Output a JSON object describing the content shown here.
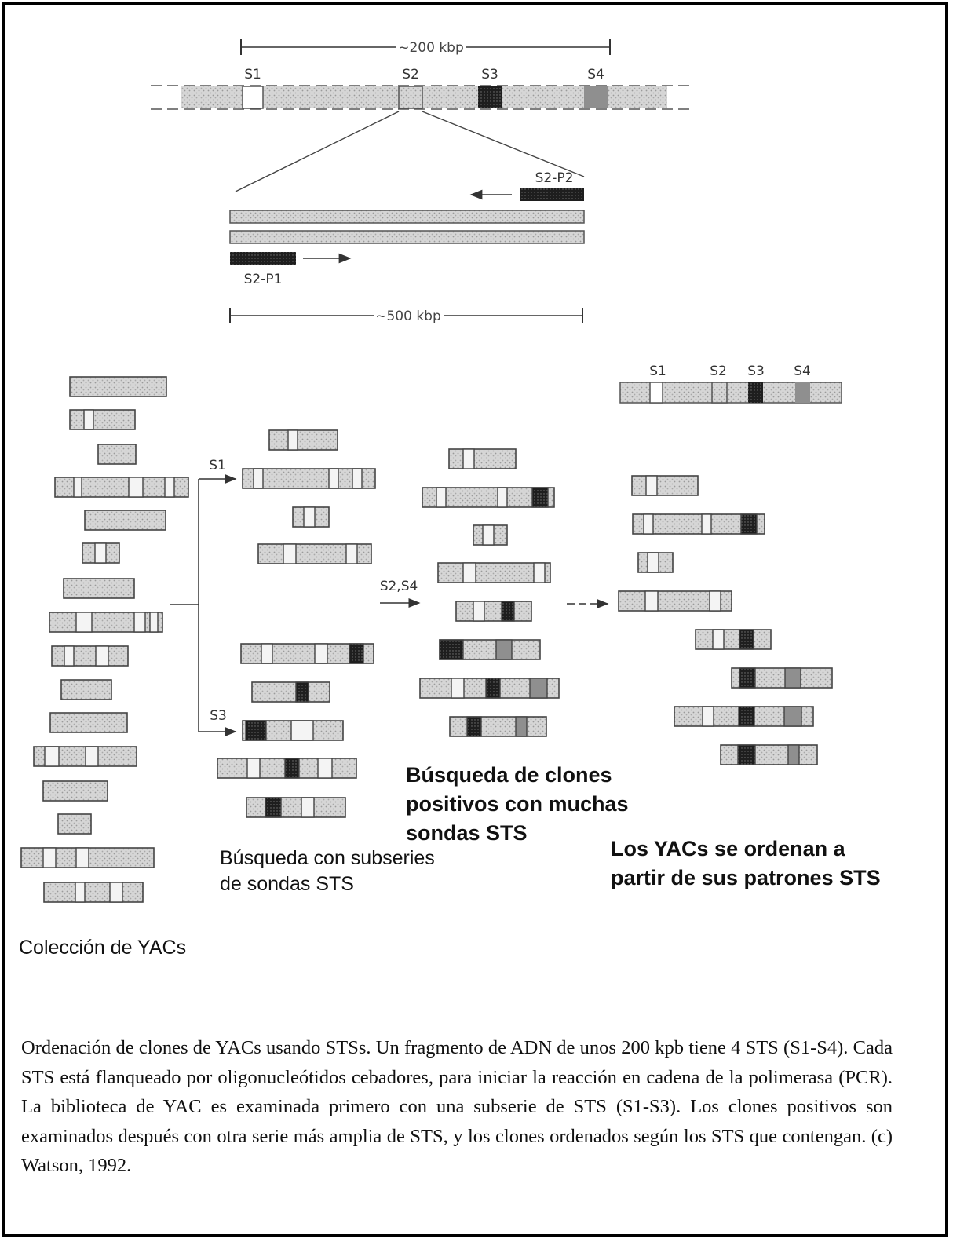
{
  "diagram": {
    "top_scale_label": "~200 kbp",
    "bottom_scale_label": "~500 kbp",
    "sts_labels": [
      "S1",
      "S2",
      "S3",
      "S4"
    ],
    "primer_top": "S2-P2",
    "primer_bottom": "S2-P1",
    "branch_s1": "S1",
    "branch_s3": "S3",
    "branch_s2s4": "S2,S4",
    "ordered_sts_labels": [
      "S1",
      "S2",
      "S3",
      "S4"
    ]
  },
  "headings": {
    "collection": "Colección de YACs",
    "subseries": "Búsqueda con subseries\nde sondas STS",
    "many_probes": "Búsqueda de clones\npositivos con muchas\nsondas STS",
    "ordered": "Los YACs se ordenan a\npartir de sus patrones STS"
  },
  "caption": "Ordenación  de clones de YACs usando STSs. Un fragmento de ADN de unos 200 kpb tiene 4 STS (S1-S4). Cada STS está flanqueado por oligonucleótidos cebadores, para iniciar la reacción en cadena de la polimerasa (PCR). La biblioteca de YAC es examinada primero con una subserie de STS (S1-S3). Los clones positivos son examinados después con otra serie más amplia de STS, y los clones ordenados según los STS que contengan. (c) Watson, 1992.",
  "colors": {
    "dna": "#d0d0d0",
    "s3_marker": "#222222",
    "s4_marker": "#8f8f8f",
    "primer": "#111111",
    "outline": "#333333"
  }
}
